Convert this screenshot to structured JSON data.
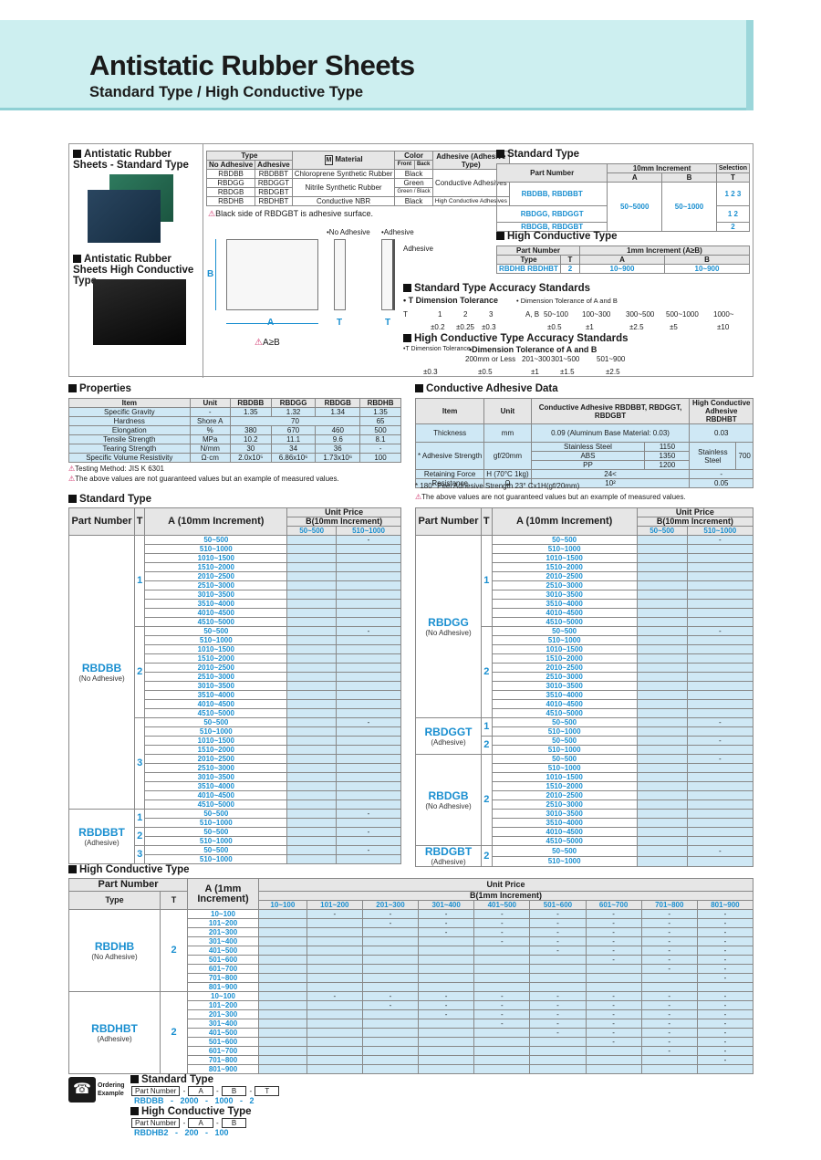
{
  "header": {
    "title": "Antistatic Rubber Sheets",
    "subtitle": "Standard Type / High Conductive Type"
  },
  "images": {
    "std_label": "Antistatic Rubber Sheets - Standard Type",
    "hc_label": "Antistatic Rubber Sheets High Conductive Type"
  },
  "type_table": {
    "h_type": "Type",
    "h_material": "Material",
    "h_color": "Color",
    "h_adh": "Adhesive (Adhesive Type)",
    "h_noadh": "No Adhesive",
    "h_adhesive": "Adhesive",
    "h_front": "Front",
    "h_back": "Back",
    "rows": [
      [
        "RBDBB",
        "RBDBBT",
        "Chloroprene Synthetic Rubber",
        "Black",
        ""
      ],
      [
        "RBDGG",
        "RBDGGT",
        "Nitrile Synthetic Rubber",
        "Green",
        "Conductive Adhesives"
      ],
      [
        "RBDGB",
        "RBDGBT",
        "",
        "Green / Black",
        ""
      ],
      [
        "RBDHB",
        "RBDHBT",
        "Conductive NBR",
        "Black",
        "High Conductive Adhesives"
      ]
    ],
    "note": "Black side of RBDGBT is adhesive surface."
  },
  "drawing": {
    "no_adh": "•No Adhesive",
    "adh": "•Adhesive",
    "adh_lbl": "Adhesive",
    "A": "A",
    "B": "B",
    "T": "T",
    "ab": "A≥B"
  },
  "std_type": {
    "heading": "Standard Type",
    "h_part": "Part Number",
    "h_inc": "10mm Increment",
    "h_a": "A",
    "h_b": "B",
    "h_sel": "Selection",
    "h_t": "T",
    "r1": "RBDBB, RBDBBT",
    "r2": "RBDGG, RBDGGT",
    "r3": "RBDGB, RBDGBT",
    "a": "50~5000",
    "b": "50~1000",
    "sel1": "1 2 3",
    "sel2": "1 2",
    "sel3": "2"
  },
  "hc_type": {
    "heading": "High Conductive Type",
    "h_part": "Part Number",
    "h_inc": "1mm Increment (A≥B)",
    "h_type": "Type",
    "h_t": "T",
    "h_a": "A",
    "h_b": "B",
    "type": "RBDHB RBDHBT",
    "t": "2",
    "a": "10~900",
    "b": "10~900"
  },
  "accuracy": {
    "heading": "Standard Type Accuracy Standards",
    "t_tol": "• T Dimension Tolerance",
    "ab_tol": "• Dimension Tolerance of A and B",
    "t_label": "T",
    "t_vals": [
      "1",
      "2",
      "3"
    ],
    "t_tols": [
      "±0.2",
      "±0.25",
      "±0.3"
    ],
    "ab_label": "A, B",
    "ab_vals": [
      "50~100",
      "100~300",
      "300~500",
      "500~1000",
      "1000~"
    ],
    "ab_tols": [
      "±0.5",
      "±1",
      "±2.5",
      "±5",
      "±10"
    ],
    "hc_heading": "High Conductive Type Accuracy Standards",
    "hc_t": "•T Dimension Tolerance",
    "hc_ab": "•Dimension Tolerance of A and B",
    "hc_ab_vals": [
      "200mm or Less",
      "201~300",
      "301~500",
      "501~900"
    ],
    "hc_t_tol": "±0.3",
    "hc_ab_tols": [
      "±0.5",
      "±1",
      "±1.5",
      "±2.5"
    ]
  },
  "properties": {
    "heading": "Properties",
    "cols": [
      "Item",
      "Unit",
      "RBDBB",
      "RBDGG",
      "RBDGB",
      "RBDHB"
    ],
    "rows": [
      [
        "Specific Gravity",
        "-",
        "1.35",
        "1.32",
        "1.34",
        "1.35"
      ],
      [
        "Hardness",
        "Shore A",
        "",
        "70",
        "",
        "65"
      ],
      [
        "Elongation",
        "%",
        "380",
        "670",
        "460",
        "500"
      ],
      [
        "Tensile Strength",
        "MPa",
        "10.2",
        "11.1",
        "9.6",
        "8.1"
      ],
      [
        "Tearing Strength",
        "N/mm",
        "30",
        "34",
        "36",
        "-"
      ],
      [
        "Specific Volume Resistivity",
        "Ω·cm",
        "2.0x10⁵",
        "6.86x10⁶",
        "1.73x10⁶",
        "100"
      ]
    ],
    "note1": "Testing Method: JIS K 6301",
    "note2": "The above values are not guaranteed values but an example of measured values."
  },
  "adhesive": {
    "heading": "Conductive Adhesive Data",
    "h_item": "Item",
    "h_unit": "Unit",
    "h_ca": "Conductive Adhesive RBDBBT, RBDGGT, RBDGBT",
    "h_hc": "High Conductive Adhesive RBDHBT",
    "thick": "Thickness",
    "thick_u": "mm",
    "thick_v": "0.09 (Aluminum Base Material: 0.03)",
    "thick_hc": "0.03",
    "adh_str": "* Adhesive Strength",
    "adh_u": "gf/20mm",
    "ss": "Stainless Steel",
    "ss_v": "1150",
    "abs": "ABS",
    "abs_v": "1350",
    "pp": "PP",
    "pp_v": "1200",
    "hc_ss": "Stainless Steel",
    "hc_v": "700",
    "ret": "Retaining Force",
    "ret_u": "H (70°C 1kg)",
    "ret_v": "24<",
    "ret_hc": "-",
    "res": "Resistance",
    "res_u": "Ω",
    "res_v": "10²",
    "res_hc": "0.05",
    "note1": "* 180° Peel Adhesive Strength 23° Cx1H(gf/20mm)",
    "note2": "The above values are not guaranteed values but an example of measured values."
  },
  "std_price": {
    "heading": "Standard Type",
    "h_part": "Part Number",
    "h_t": "T",
    "h_a": "A (10mm Increment)",
    "h_price": "Unit Price",
    "h_b": "B(10mm Increment)",
    "b1": "50~500",
    "b2": "510~1000",
    "a10": [
      "50~500",
      "510~1000",
      "1010~1500",
      "1510~2000",
      "2010~2500",
      "2510~3000",
      "3010~3500",
      "3510~4000",
      "4010~4500",
      "4510~5000"
    ],
    "a2": [
      "50~500",
      "510~1000"
    ],
    "rbdbb": "RBDBB",
    "rbdbb_s": "(No Adhesive)",
    "rbdbbt": "RBDBBT",
    "rbdbbt_s": "(Adhesive)",
    "rbdgg": "RBDGG",
    "rbdgg_s": "(No Adhesive)",
    "rbdggt": "RBDGGT",
    "rbdggt_s": "(Adhesive)",
    "rbdgb": "RBDGB",
    "rbdgb_s": "(No Adhesive)",
    "rbdgbt": "RBDGBT",
    "rbdgbt_s": "(Adhesive)",
    "dash": "-",
    "t1": "1",
    "t2": "2",
    "t3": "3"
  },
  "hc_price": {
    "heading": "High Conductive Type",
    "h_part": "Part Number",
    "h_type": "Type",
    "h_t": "T",
    "h_a": "A (1mm Increment)",
    "h_price": "Unit Price",
    "h_b": "B(1mm Increment)",
    "b": [
      "10~100",
      "101~200",
      "201~300",
      "301~400",
      "401~500",
      "501~600",
      "601~700",
      "701~800",
      "801~900"
    ],
    "a": [
      "10~100",
      "101~200",
      "201~300",
      "301~400",
      "401~500",
      "501~600",
      "601~700",
      "701~800",
      "801~900"
    ],
    "rbdhb": "RBDHB",
    "rbdhb_s": "(No Adhesive)",
    "rbdhbt": "RBDHBT",
    "rbdhbt_s": "(Adhesive)",
    "t": "2",
    "dash": "-"
  },
  "ordering": {
    "label": "Ordering Example",
    "std": "Standard Type",
    "pn": "Part Number",
    "a": "A",
    "b": "B",
    "t": "T",
    "ex1": "RBDBB - 2000 - 1000 - 2",
    "hc": "High Conductive Type",
    "ex2": "RBDHB2 - 200 - 100"
  }
}
